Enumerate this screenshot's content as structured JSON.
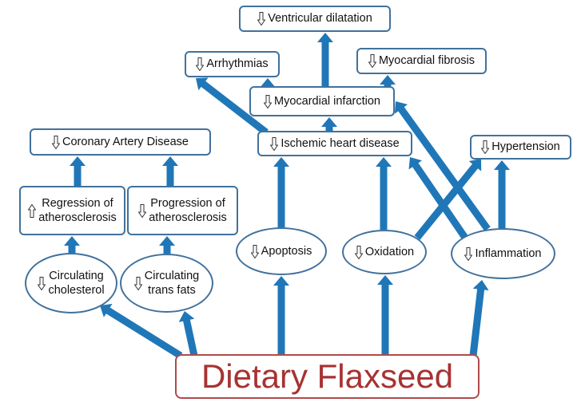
{
  "colors": {
    "arrow": "#1f77b8",
    "node_border": "#41719c",
    "main_border": "#b04a4a",
    "main_text": "#a83232"
  },
  "icons": {
    "decrease": "down-arrow-icon",
    "increase": "up-arrow-icon"
  },
  "source": {
    "label": "Dietary Flaxseed"
  },
  "nodes": {
    "ventricular_dilatation": {
      "label": "Ventricular dilatation"
    },
    "arrhythmias": {
      "label": "Arrhythmias"
    },
    "myocardial_fibrosis": {
      "label": "Myocardial fibrosis"
    },
    "myocardial_infarction": {
      "label": "Myocardial infarction"
    },
    "ischemic_heart_disease": {
      "label": "Ischemic heart disease"
    },
    "coronary_artery_disease": {
      "label": "Coronary Artery Disease"
    },
    "hypertension": {
      "label": "Hypertension"
    },
    "regression": {
      "line1": "Regression of",
      "line2": "atherosclerosis"
    },
    "progression": {
      "line1": "Progression of",
      "line2": "atherosclerosis"
    },
    "apoptosis": {
      "label": "Apoptosis"
    },
    "oxidation": {
      "label": "Oxidation"
    },
    "inflammation": {
      "label": "Inflammation"
    },
    "circulating_cholesterol": {
      "line1": "Circulating",
      "line2": "cholesterol"
    },
    "circulating_trans_fats": {
      "line1": "Circulating",
      "line2": "trans fats"
    }
  }
}
